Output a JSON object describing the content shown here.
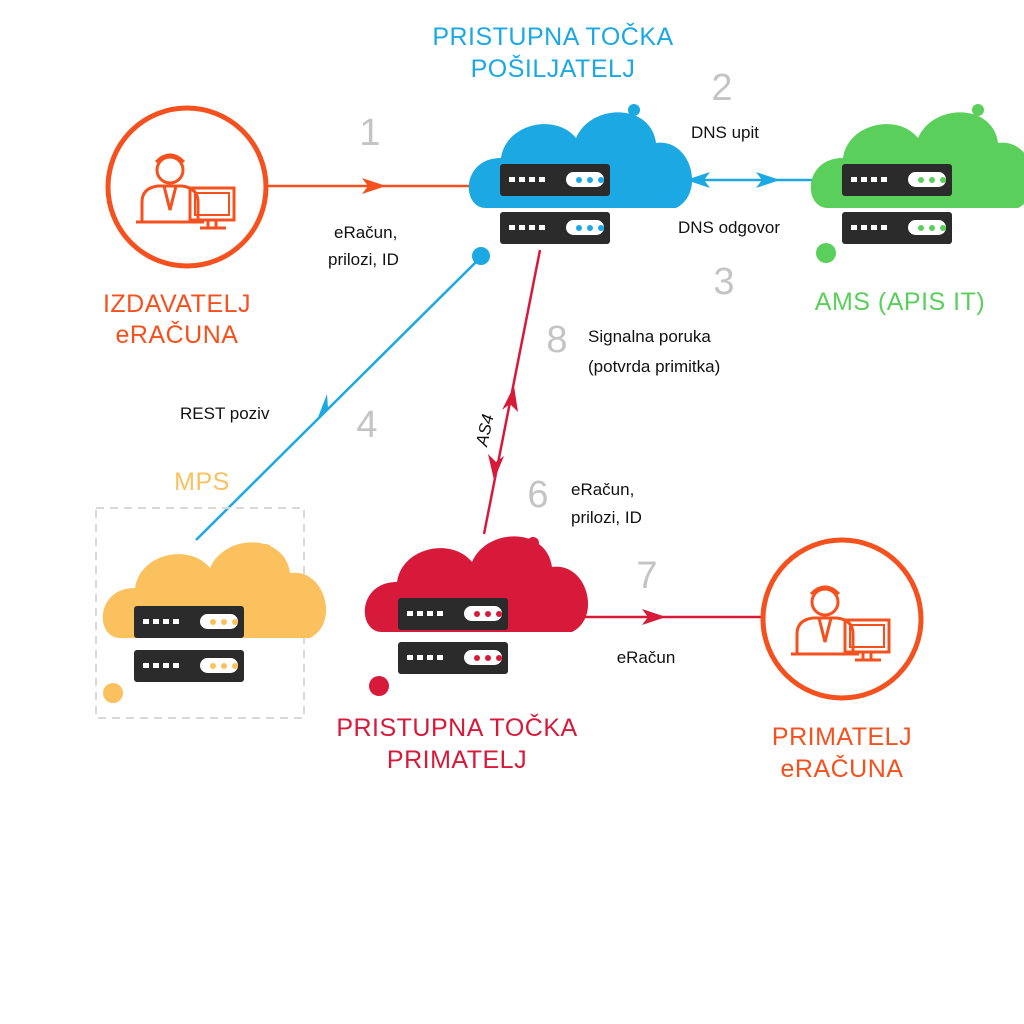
{
  "colors": {
    "orange": "#f4511e",
    "blue": "#1ba8e3",
    "green": "#5bcf5b",
    "red": "#d7193a",
    "yellow": "#fbc15e",
    "server": "#2b2b2b",
    "step": "#c4c4c4"
  },
  "nodes": {
    "sender_ap": {
      "line1": "PRISTUPNA TOČKA",
      "line2": "POŠILJATELJ"
    },
    "issuer": {
      "line1": "IZDAVATELJ",
      "line2": "eRAČUNA"
    },
    "ams": {
      "label": "AMS (APIS IT)"
    },
    "mps": {
      "label": "MPS"
    },
    "receiver_ap": {
      "line1": "PRISTUPNA TOČKA",
      "line2": "PRIMATELJ"
    },
    "recipient": {
      "line1": "PRIMATELJ",
      "line2": "eRAČUNA"
    }
  },
  "steps": {
    "s1": "1",
    "s2": "2",
    "s3": "3",
    "s4": "4",
    "s6": "6",
    "s7": "7",
    "s8": "8"
  },
  "edges": {
    "e1": {
      "line1": "eRačun,",
      "line2": "prilozi, ID"
    },
    "e2": "DNS upit",
    "e3": "DNS odgovor",
    "e4": "REST poziv",
    "e6": {
      "line1": "eRačun,",
      "line2": "prilozi, ID"
    },
    "e7": "eRačun",
    "e8": {
      "line1": "Signalna poruka",
      "line2": "(potvrda primitka)"
    },
    "protocol": "AS4"
  }
}
